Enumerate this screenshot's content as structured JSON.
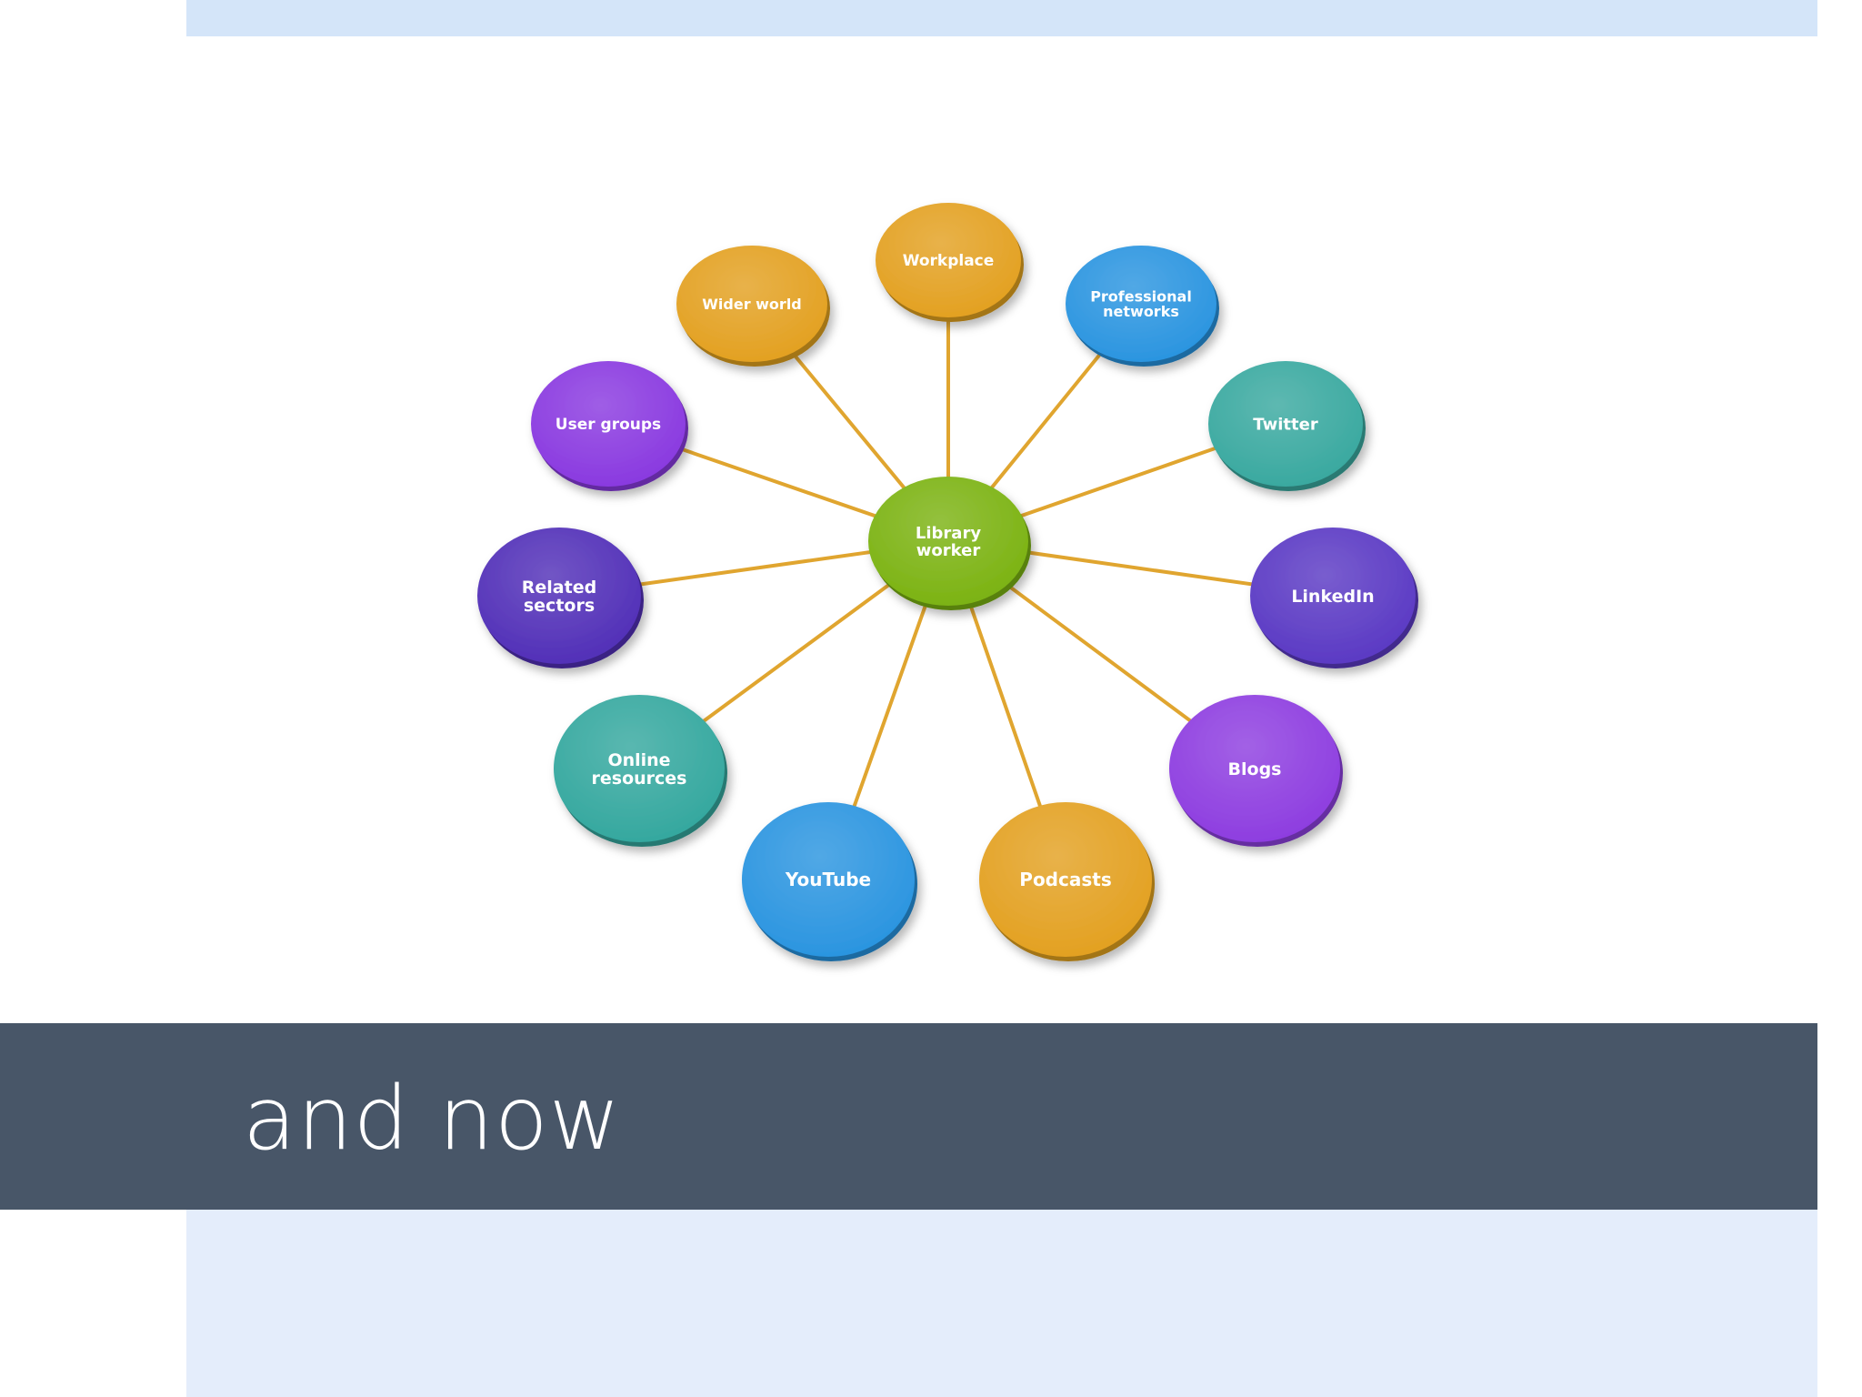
{
  "diagram": {
    "center": {
      "label": [
        "Library",
        "worker"
      ],
      "color": "#7cb313"
    },
    "connector_color": "#e0a52f",
    "nodes": [
      {
        "id": "workplace",
        "label": [
          "Workplace"
        ],
        "color": "#e3a122"
      },
      {
        "id": "professional-networks",
        "label": [
          "Professional",
          "networks"
        ],
        "color": "#2b95e0"
      },
      {
        "id": "twitter",
        "label": [
          "Twitter"
        ],
        "color": "#3aa9a0"
      },
      {
        "id": "linkedin",
        "label": [
          "LinkedIn"
        ],
        "color": "#5b3ac4"
      },
      {
        "id": "blogs",
        "label": [
          "Blogs"
        ],
        "color": "#8e3ee0"
      },
      {
        "id": "podcasts",
        "label": [
          "Podcasts"
        ],
        "color": "#e3a122"
      },
      {
        "id": "youtube",
        "label": [
          "YouTube"
        ],
        "color": "#2b95e0"
      },
      {
        "id": "online-resources",
        "label": [
          "Online",
          "resources"
        ],
        "color": "#35a89f"
      },
      {
        "id": "related-sectors",
        "label": [
          "Related",
          "sectors"
        ],
        "color": "#5230b8"
      },
      {
        "id": "user-groups",
        "label": [
          "User groups"
        ],
        "color": "#8a3ae0"
      },
      {
        "id": "wider-world",
        "label": [
          "Wider world"
        ],
        "color": "#e3a122"
      }
    ]
  },
  "slide": {
    "title": "and now",
    "colors": {
      "title_bar": "#485668",
      "top_band": "#d4e5f9",
      "bottom_band": "#e4edfb"
    }
  }
}
